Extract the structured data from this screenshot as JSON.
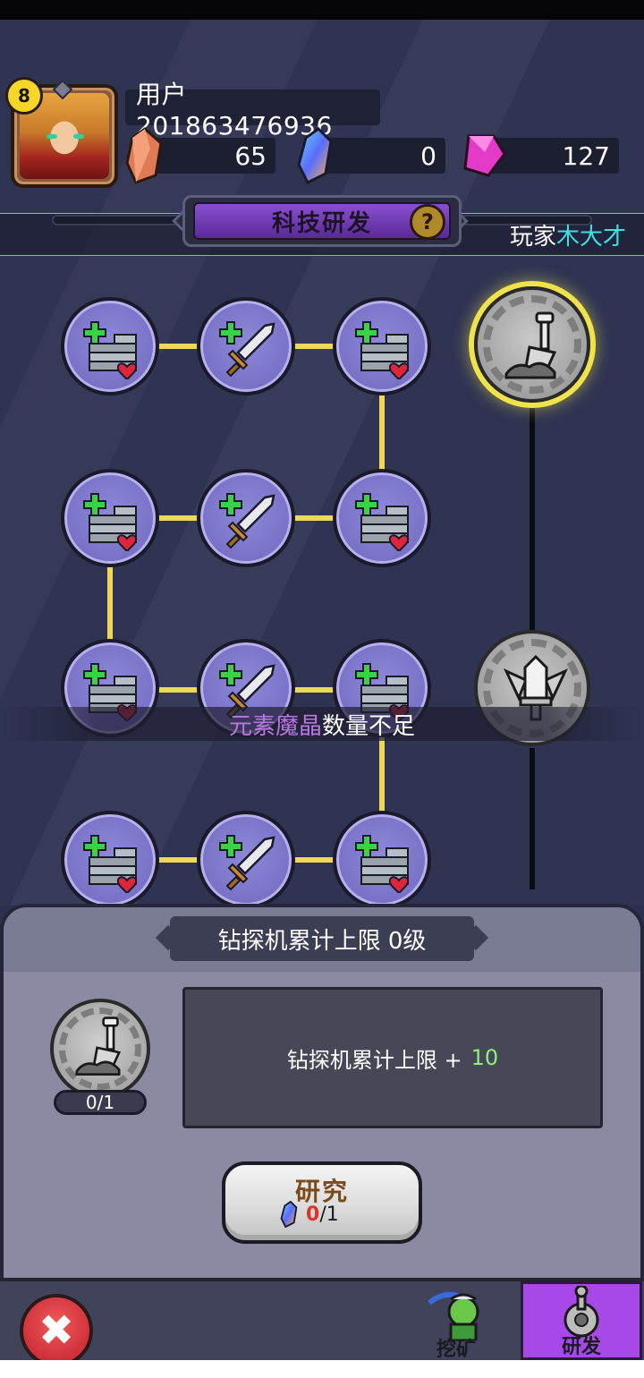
{
  "player": {
    "level": "8",
    "username": "用户201863476936",
    "tag_prefix": "玩家",
    "tag_name": "木大才"
  },
  "resources": {
    "ore": "65",
    "crystal": "0",
    "gem": "127"
  },
  "header": {
    "title": "科技研发",
    "help": "?"
  },
  "toast": {
    "highlight": "元素魔晶",
    "message": "数量不足"
  },
  "detail": {
    "title": "钻探机累计上限  0级",
    "progress": "0/1",
    "description": "钻探机累计上限 +",
    "value": "10"
  },
  "research_button": {
    "label": "研究",
    "cost_have": "0",
    "cost_need": "/1"
  },
  "footer": {
    "close": "✖",
    "tabs": [
      {
        "label": "挖矿"
      },
      {
        "label": "研发"
      }
    ]
  },
  "colors": {
    "accent_yellow": "#f0d75a",
    "node_purple": "#7b74c8",
    "active_tab": "#a848e8",
    "value_green": "#8df07a",
    "cost_red": "#e0302a",
    "toast_highlight": "#b878e0",
    "player_name": "#3ee0e6"
  },
  "icons": {
    "node_a": "wall-heart-plus-icon",
    "node_b": "sword-plus-icon",
    "selected": "shovel-icon",
    "locked": "sword-badge-icon",
    "crystal": "blue-crystal-icon"
  }
}
